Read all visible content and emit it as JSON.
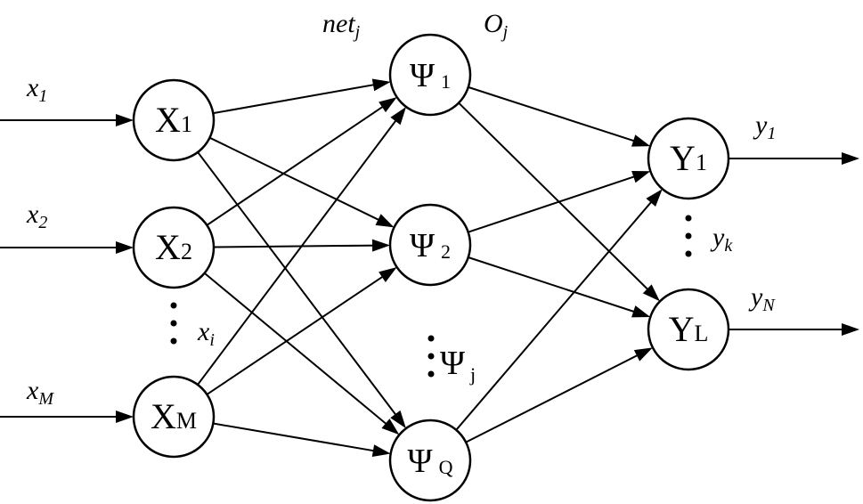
{
  "input_nodes": [
    {
      "id": "x1",
      "letter": "X",
      "sub": "1",
      "signal": "x",
      "signal_sub": "1"
    },
    {
      "id": "x2",
      "letter": "X",
      "sub": "2",
      "signal": "x",
      "signal_sub": "2"
    },
    {
      "id": "xM",
      "letter": "X",
      "sub": "M",
      "signal": "x",
      "signal_sub": "M"
    }
  ],
  "hidden_nodes": [
    {
      "id": "psi1",
      "symbol": "Ψ",
      "sub": "1"
    },
    {
      "id": "psi2",
      "symbol": "Ψ",
      "sub": "2"
    },
    {
      "id": "psiQ",
      "symbol": "Ψ",
      "sub": "Q"
    }
  ],
  "output_nodes": [
    {
      "id": "y1",
      "letter": "Y",
      "sub": "1",
      "signal": "y",
      "signal_sub": "1"
    },
    {
      "id": "yL",
      "letter": "Y",
      "sub": "L",
      "signal": "y",
      "signal_sub": "N"
    }
  ],
  "annotations": {
    "net": {
      "main": "net",
      "sub": "j"
    },
    "out": {
      "main": "O",
      "sub": "j"
    },
    "input_generic": {
      "main": "x",
      "sub": "i"
    },
    "hidden_generic": {
      "symbol": "Ψ",
      "sub": "j"
    },
    "output_generic": {
      "main": "y",
      "sub": "k"
    }
  },
  "connections": [
    [
      "x1",
      "psi1"
    ],
    [
      "x1",
      "psi2"
    ],
    [
      "x1",
      "psiQ"
    ],
    [
      "x2",
      "psi1"
    ],
    [
      "x2",
      "psi2"
    ],
    [
      "x2",
      "psiQ"
    ],
    [
      "xM",
      "psi1"
    ],
    [
      "xM",
      "psi2"
    ],
    [
      "xM",
      "psiQ"
    ],
    [
      "psi1",
      "y1"
    ],
    [
      "psi1",
      "yL"
    ],
    [
      "psi2",
      "y1"
    ],
    [
      "psi2",
      "yL"
    ],
    [
      "psiQ",
      "y1"
    ],
    [
      "psiQ",
      "yL"
    ]
  ]
}
